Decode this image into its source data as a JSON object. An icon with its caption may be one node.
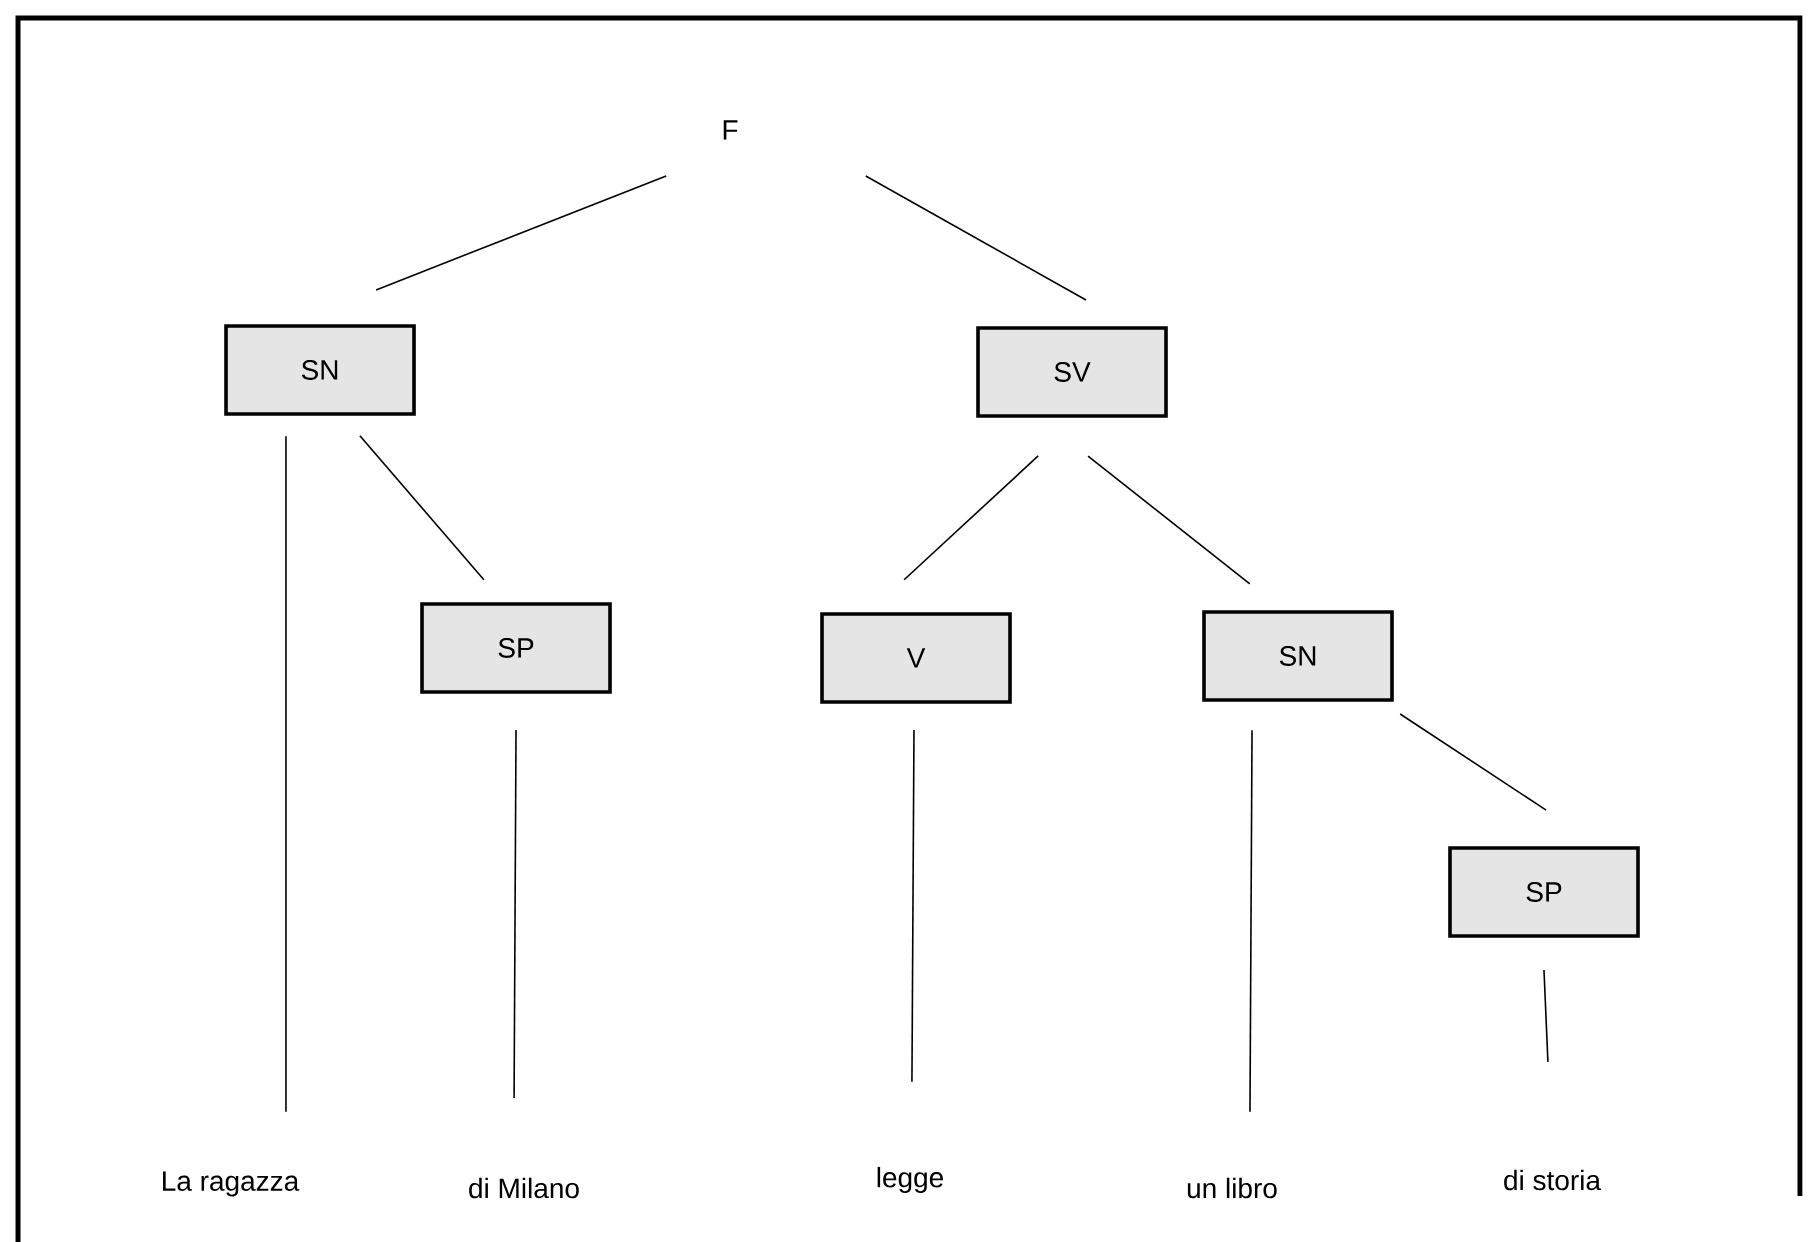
{
  "diagram": {
    "nodes": [
      {
        "text": [
          "F"
        ]
      },
      {
        "text": [
          "SN"
        ]
      },
      {
        "text": [
          "SV"
        ]
      },
      {
        "text": [
          "SP"
        ]
      },
      {
        "text": [
          "V"
        ]
      },
      {
        "text": [
          "SN"
        ]
      },
      {
        "text": [
          "SP"
        ]
      },
      {
        "text": [
          "La ragazza"
        ]
      },
      {
        "text": [
          "di Milano"
        ]
      },
      {
        "text": [
          "legge"
        ]
      },
      {
        "text": [
          "un libro"
        ]
      },
      {
        "text": [
          "di storia"
        ]
      }
    ],
    "edges": [
      {
        "from": 0,
        "to": 1,
        "arrow": "none"
      },
      {
        "from": 0,
        "to": 2,
        "arrow": "none"
      },
      {
        "from": 1,
        "to": 7,
        "arrow": "none"
      },
      {
        "from": 1,
        "to": 3,
        "arrow": "none"
      },
      {
        "from": 3,
        "to": 8,
        "arrow": "none"
      },
      {
        "from": 2,
        "to": 4,
        "arrow": "none"
      },
      {
        "from": 2,
        "to": 5,
        "arrow": "none"
      },
      {
        "from": 4,
        "to": 9,
        "arrow": "none"
      },
      {
        "from": 5,
        "to": 10,
        "arrow": "none"
      },
      {
        "from": 5,
        "to": 6,
        "arrow": "none"
      },
      {
        "from": 6,
        "to": 11,
        "arrow": "none"
      }
    ]
  }
}
